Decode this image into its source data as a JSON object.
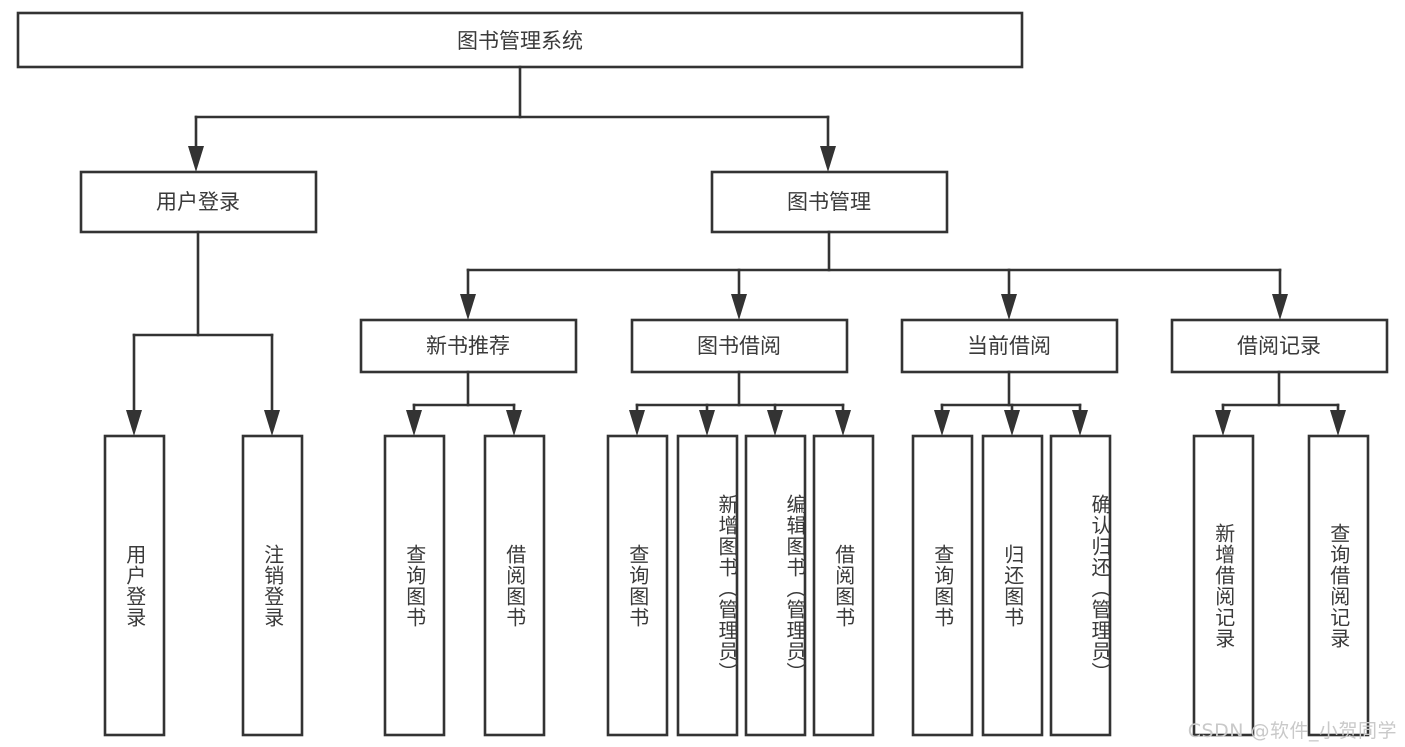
{
  "diagram": {
    "type": "tree-hierarchy",
    "title": "图书管理系统",
    "orientation": "top-down",
    "colors": {
      "stroke": "#333333",
      "box_fill": "#ffffff",
      "text": "#3a3a3a",
      "background": "#ffffff",
      "watermark": "#c9c9c9"
    },
    "root": {
      "label": "图书管理系统"
    },
    "level2": [
      {
        "id": "user-login",
        "label": "用户登录"
      },
      {
        "id": "book-management",
        "label": "图书管理"
      }
    ],
    "level3": [
      {
        "id": "new-book-recommend",
        "label": "新书推荐",
        "parent": "book-management"
      },
      {
        "id": "book-borrow",
        "label": "图书借阅",
        "parent": "book-management"
      },
      {
        "id": "current-borrow",
        "label": "当前借阅",
        "parent": "book-management"
      },
      {
        "id": "borrow-record",
        "label": "借阅记录",
        "parent": "book-management"
      }
    ],
    "leaves": [
      {
        "id": "leaf-user-login",
        "label": "用户登录",
        "parent": "user-login"
      },
      {
        "id": "leaf-logout-login",
        "label": "注销登录",
        "parent": "user-login"
      },
      {
        "id": "leaf-query-book-1",
        "label": "查询图书",
        "parent": "new-book-recommend"
      },
      {
        "id": "leaf-borrow-book-1",
        "label": "借阅图书",
        "parent": "new-book-recommend"
      },
      {
        "id": "leaf-query-book-2",
        "label": "查询图书",
        "parent": "book-borrow"
      },
      {
        "id": "leaf-add-book",
        "label": "新增图书（管理员）",
        "parent": "book-borrow"
      },
      {
        "id": "leaf-edit-book",
        "label": "编辑图书（管理员）",
        "parent": "book-borrow"
      },
      {
        "id": "leaf-borrow-book-2",
        "label": "借阅图书",
        "parent": "book-borrow"
      },
      {
        "id": "leaf-query-book-3",
        "label": "查询图书",
        "parent": "current-borrow"
      },
      {
        "id": "leaf-return-book",
        "label": "归还图书",
        "parent": "current-borrow"
      },
      {
        "id": "leaf-confirm-return",
        "label": "确认归还（管理员）",
        "parent": "current-borrow"
      },
      {
        "id": "leaf-add-record",
        "label": "新增借阅记录",
        "parent": "borrow-record"
      },
      {
        "id": "leaf-query-record",
        "label": "查询借阅记录",
        "parent": "borrow-record"
      }
    ]
  },
  "watermark": {
    "text": "CSDN @软件_小贺同学"
  }
}
